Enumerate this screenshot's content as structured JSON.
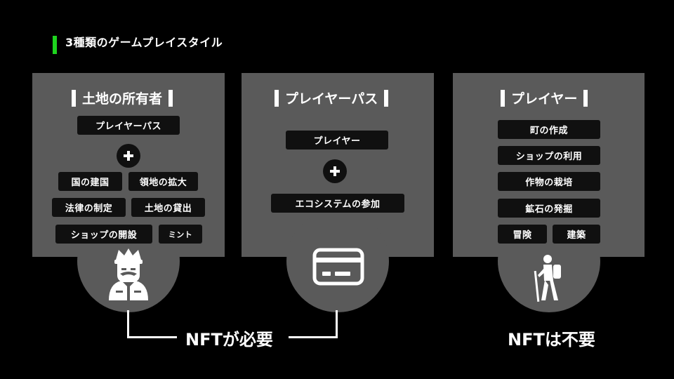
{
  "heading": "3種類のゲームプレイスタイル",
  "colors": {
    "accent": "#1ed41e",
    "panel": "#5a5a5a",
    "tag": "#101010",
    "background": "#000000"
  },
  "panels": {
    "owner": {
      "title": "土地の所有者",
      "top_tag": "プレイヤーパス",
      "tags": [
        "国の建国",
        "領地の拡大",
        "法律の制定",
        "土地の貸出",
        "ショップの開設",
        "ミント"
      ],
      "icon": "king-icon"
    },
    "pass": {
      "title": "プレイヤーパス",
      "top_tag": "プレイヤー",
      "bottom_tag": "エコシステムの参加",
      "icon": "card-icon"
    },
    "player": {
      "title": "プレイヤー",
      "tags": [
        "町の作成",
        "ショップの利用",
        "作物の栽培",
        "鉱石の発掘",
        "冒険",
        "建築"
      ],
      "icon": "hiker-icon"
    }
  },
  "labels": {
    "nft_required": "NFTが必要",
    "nft_not_required": "NFTは不要"
  }
}
